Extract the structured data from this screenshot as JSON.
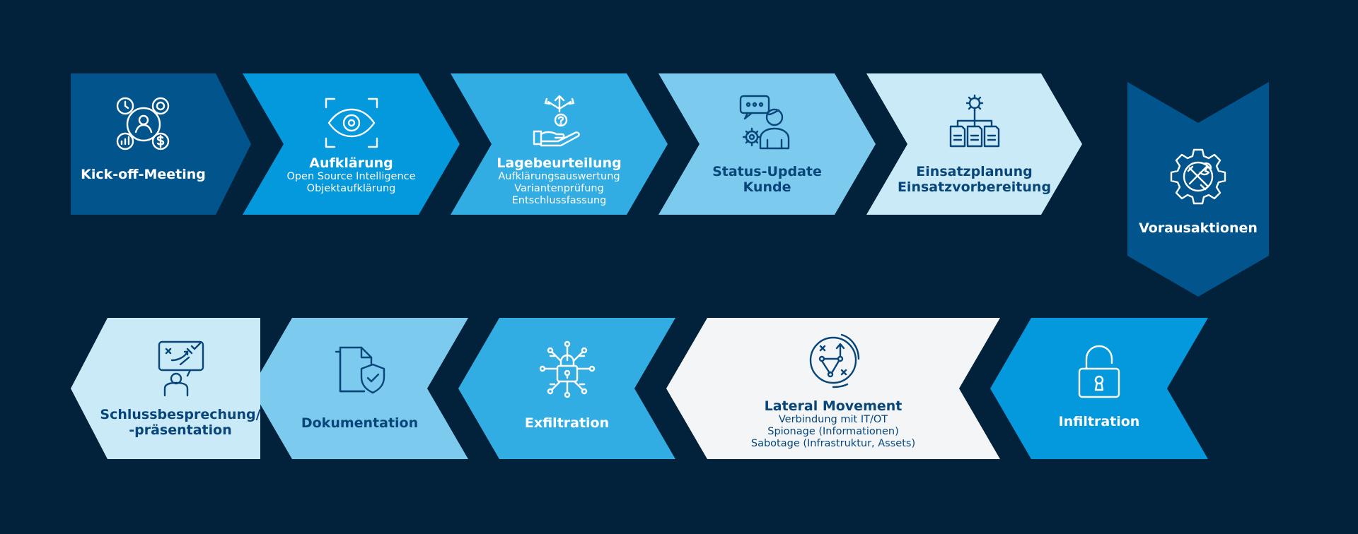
{
  "colors": {
    "background": "#01223a",
    "darkest": "#02548c",
    "bright": "#0498dd",
    "medium": "#32ade4",
    "light": "#7ccbef",
    "lighter": "#cbeaf8",
    "palest": "#f3f5f7",
    "text_dark": "#08467a",
    "text_white": "#ffffff"
  },
  "steps": [
    {
      "id": "kickoff",
      "title": "Kick-off-Meeting",
      "sub": [],
      "icon": "meeting-icon"
    },
    {
      "id": "aufklaerung",
      "title": "Aufklärung",
      "sub": [
        "Open Source Intelligence",
        "Objektaufklärung"
      ],
      "icon": "eye-scan-icon"
    },
    {
      "id": "lagebeurteilung",
      "title": "Lagebeurteilung",
      "sub": [
        "Aufklärungsauswertung",
        "Variantenprüfung",
        "Entschlussfassung"
      ],
      "icon": "hand-decision-icon"
    },
    {
      "id": "statusupdate",
      "title": "Status-Update\nKunde",
      "sub": [],
      "icon": "person-chat-icon"
    },
    {
      "id": "einsatzplanung",
      "title": "Einsatzplanung\nEinsatzvorbereitung",
      "sub": [],
      "icon": "gear-documents-icon"
    },
    {
      "id": "vorausaktionen",
      "title": "Vorausaktionen",
      "sub": [],
      "icon": "gear-tools-icon"
    },
    {
      "id": "infiltration",
      "title": "Infiltration",
      "sub": [],
      "icon": "padlock-open-icon"
    },
    {
      "id": "lateral",
      "title": "Lateral Movement",
      "sub": [
        "Verbindung mit IT/OT",
        "Spionage (Informationen)",
        "Sabotage (Infrastruktur, Assets)"
      ],
      "icon": "network-compass-icon"
    },
    {
      "id": "exfiltration",
      "title": "Exfiltration",
      "sub": [],
      "icon": "lock-circuit-icon"
    },
    {
      "id": "dokumentation",
      "title": "Dokumentation",
      "sub": [],
      "icon": "document-shield-icon"
    },
    {
      "id": "schluss",
      "title": "Schlussbesprechung/\n-präsentation",
      "sub": [],
      "icon": "presenter-board-icon"
    }
  ]
}
